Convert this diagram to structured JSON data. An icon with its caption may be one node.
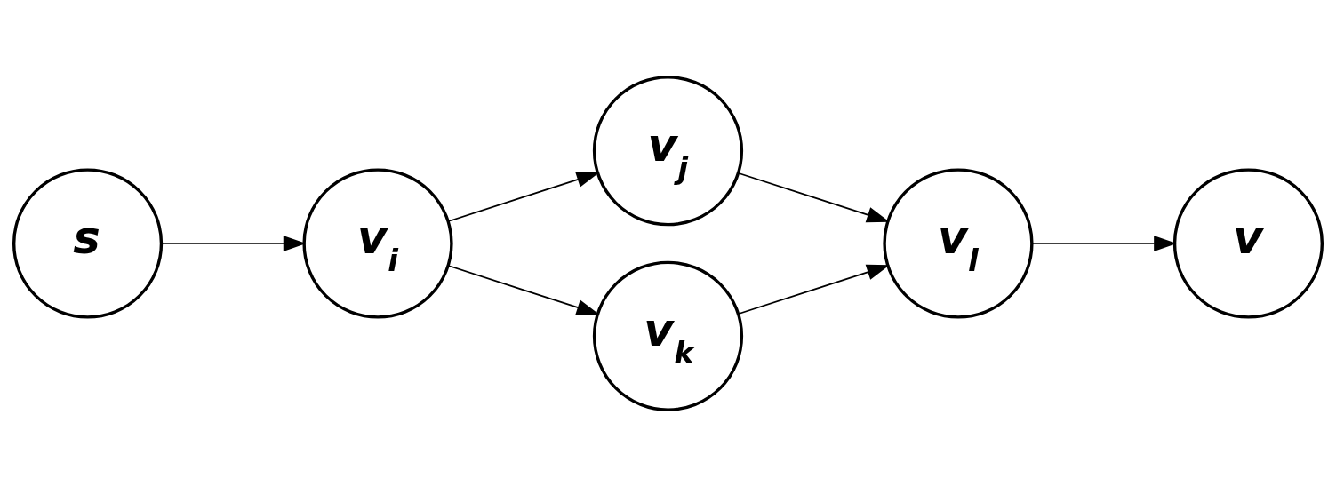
{
  "diagram": {
    "nodes": [
      {
        "text": [
          "s"
        ]
      },
      {
        "text": [
          "v$_{i}$"
        ]
      },
      {
        "text": [
          "v$_{j}$"
        ]
      },
      {
        "text": [
          "v$_{k}$"
        ]
      },
      {
        "text": [
          "v$_{l}$"
        ]
      },
      {
        "text": [
          "v"
        ]
      }
    ],
    "edges": [
      {
        "from": 0,
        "to": 1,
        "arrow": "to"
      },
      {
        "from": 1,
        "to": 2,
        "arrow": "to"
      },
      {
        "from": 1,
        "to": 3,
        "arrow": "to"
      },
      {
        "from": 2,
        "to": 4,
        "arrow": "to"
      },
      {
        "from": 3,
        "to": 4,
        "arrow": "to"
      },
      {
        "from": 4,
        "to": 5,
        "arrow": "to"
      }
    ]
  }
}
